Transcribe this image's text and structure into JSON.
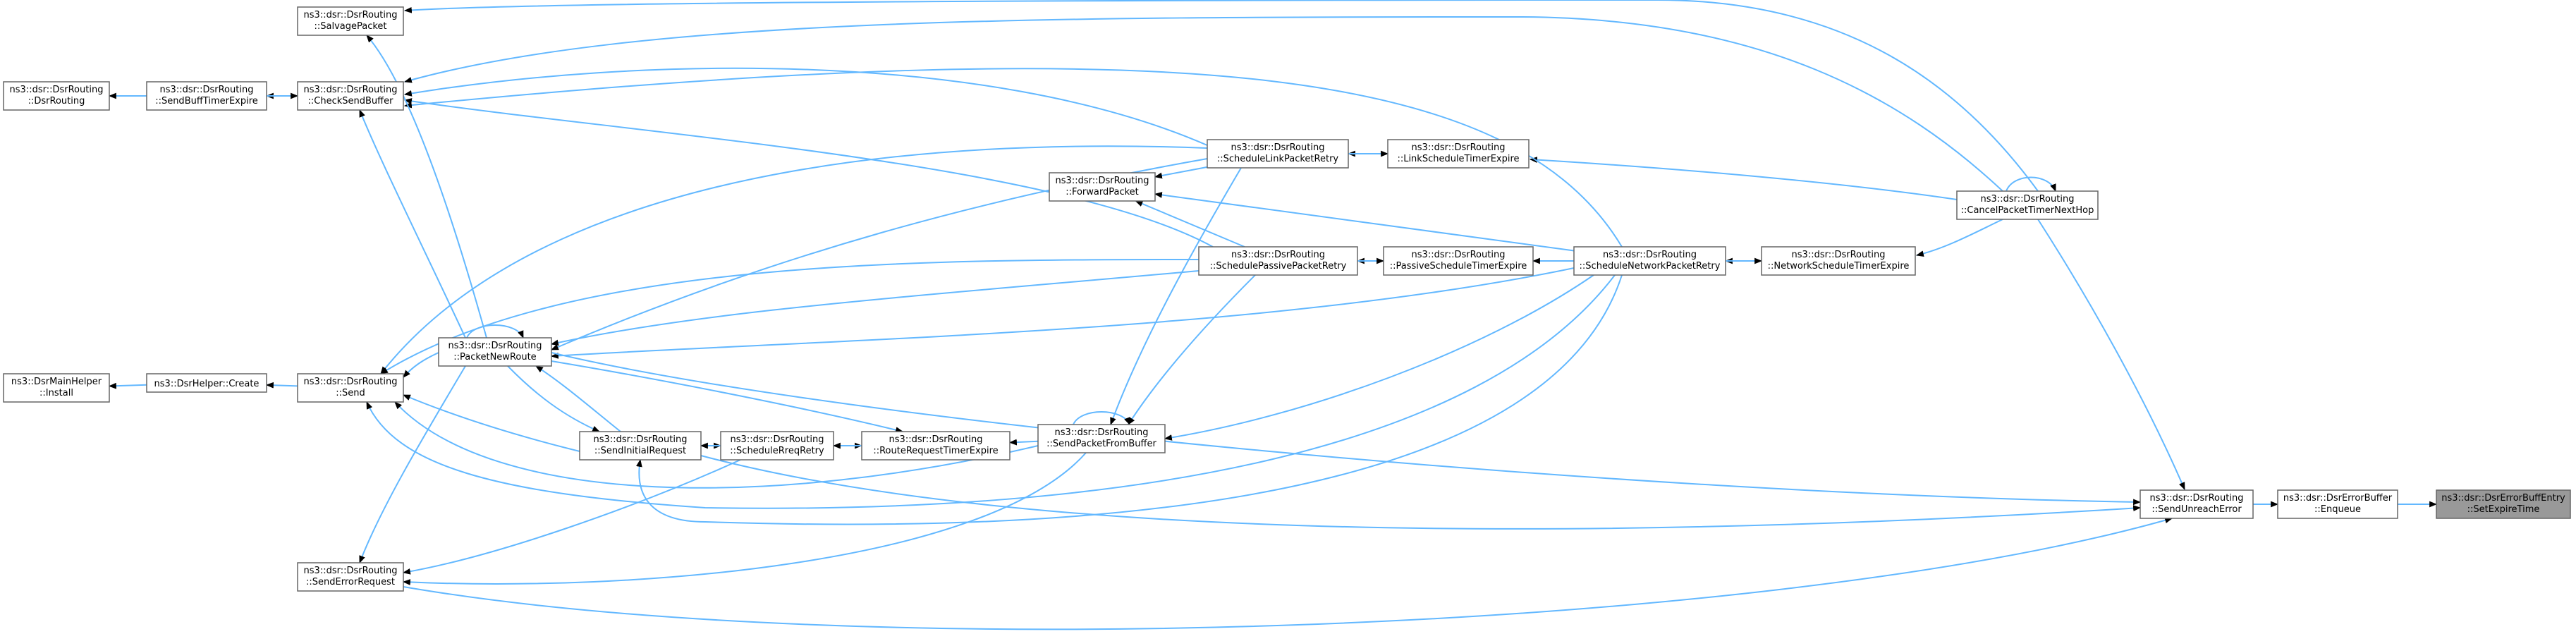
{
  "diagram": {
    "nodes": [
      {
        "id": "target",
        "lines": [
          "ns3::dsr::DsrErrorBuffEntry",
          "::SetExpireTime"
        ],
        "highlight": true
      },
      {
        "id": "enqueue",
        "lines": [
          "ns3::dsr::DsrErrorBuffer",
          "::Enqueue"
        ]
      },
      {
        "id": "sendUnreach",
        "lines": [
          "ns3::dsr::DsrRouting",
          "::SendUnreachError"
        ]
      },
      {
        "id": "cancelTimer",
        "lines": [
          "ns3::dsr::DsrRouting",
          "::CancelPacketTimerNextHop"
        ]
      },
      {
        "id": "salvage",
        "lines": [
          "ns3::dsr::DsrRouting",
          "::SalvagePacket"
        ]
      },
      {
        "id": "dsrRouting",
        "lines": [
          "ns3::dsr::DsrRouting",
          "::DsrRouting"
        ]
      },
      {
        "id": "sendBuffTimer",
        "lines": [
          "ns3::dsr::DsrRouting",
          "::SendBuffTimerExpire"
        ]
      },
      {
        "id": "checkSendBuffer",
        "lines": [
          "ns3::dsr::DsrRouting",
          "::CheckSendBuffer"
        ]
      },
      {
        "id": "schedLink",
        "lines": [
          "ns3::dsr::DsrRouting",
          "::ScheduleLinkPacketRetry"
        ]
      },
      {
        "id": "linkSchedTimer",
        "lines": [
          "ns3::dsr::DsrRouting",
          "::LinkScheduleTimerExpire"
        ]
      },
      {
        "id": "forwardPacket",
        "lines": [
          "ns3::dsr::DsrRouting",
          "::ForwardPacket"
        ]
      },
      {
        "id": "schedPassive",
        "lines": [
          "ns3::dsr::DsrRouting",
          "::SchedulePassivePacketRetry"
        ]
      },
      {
        "id": "passiveSchedTimer",
        "lines": [
          "ns3::dsr::DsrRouting",
          "::PassiveScheduleTimerExpire"
        ]
      },
      {
        "id": "schedNetwork",
        "lines": [
          "ns3::dsr::DsrRouting",
          "::ScheduleNetworkPacketRetry"
        ]
      },
      {
        "id": "networkSchedTimer",
        "lines": [
          "ns3::dsr::DsrRouting",
          "::NetworkScheduleTimerExpire"
        ]
      },
      {
        "id": "packetNewRoute",
        "lines": [
          "ns3::dsr::DsrRouting",
          "::PacketNewRoute"
        ]
      },
      {
        "id": "mainHelperInstall",
        "lines": [
          "ns3::DsrMainHelper",
          "::Install"
        ]
      },
      {
        "id": "helperCreate",
        "lines": [
          "ns3::DsrHelper::Create"
        ]
      },
      {
        "id": "send",
        "lines": [
          "ns3::dsr::DsrRouting",
          "::Send"
        ]
      },
      {
        "id": "sendInitial",
        "lines": [
          "ns3::dsr::DsrRouting",
          "::SendInitialRequest"
        ]
      },
      {
        "id": "schedReqRetry",
        "lines": [
          "ns3::dsr::DsrRouting",
          "::ScheduleRreqRetry"
        ]
      },
      {
        "id": "routeReqTimer",
        "lines": [
          "ns3::dsr::DsrRouting",
          "::RouteRequestTimerExpire"
        ]
      },
      {
        "id": "sendFromBuffer",
        "lines": [
          "ns3::dsr::DsrRouting",
          "::SendPacketFromBuffer"
        ]
      },
      {
        "id": "sendErrorReq",
        "lines": [
          "ns3::dsr::DsrRouting",
          "::SendErrorRequest"
        ]
      }
    ],
    "edges": [
      [
        "enqueue",
        "target"
      ],
      [
        "sendUnreach",
        "enqueue"
      ],
      [
        "cancelTimer",
        "sendUnreach"
      ],
      [
        "cancelTimer",
        "cancelTimer"
      ],
      [
        "cancelTimer",
        "salvage"
      ],
      [
        "cancelTimer",
        "linkSchedTimer"
      ],
      [
        "cancelTimer",
        "networkSchedTimer"
      ],
      [
        "cancelTimer",
        "checkSendBuffer"
      ],
      [
        "sendBuffTimer",
        "dsrRouting"
      ],
      [
        "checkSendBuffer",
        "sendBuffTimer"
      ],
      [
        "sendBuffTimer",
        "checkSendBuffer"
      ],
      [
        "schedLink",
        "checkSendBuffer"
      ],
      [
        "linkSchedTimer",
        "schedLink"
      ],
      [
        "schedLink",
        "linkSchedTimer"
      ],
      [
        "schedLink",
        "forwardPacket"
      ],
      [
        "schedLink",
        "send"
      ],
      [
        "schedLink",
        "packetNewRoute"
      ],
      [
        "schedLink",
        "sendFromBuffer"
      ],
      [
        "schedPassive",
        "checkSendBuffer"
      ],
      [
        "schedPassive",
        "forwardPacket"
      ],
      [
        "schedPassive",
        "send"
      ],
      [
        "schedPassive",
        "packetNewRoute"
      ],
      [
        "schedPassive",
        "sendFromBuffer"
      ],
      [
        "passiveSchedTimer",
        "schedPassive"
      ],
      [
        "schedPassive",
        "passiveSchedTimer"
      ],
      [
        "schedNetwork",
        "passiveSchedTimer"
      ],
      [
        "networkSchedTimer",
        "schedNetwork"
      ],
      [
        "schedNetwork",
        "networkSchedTimer"
      ],
      [
        "schedNetwork",
        "forwardPacket"
      ],
      [
        "schedNetwork",
        "checkSendBuffer"
      ],
      [
        "schedNetwork",
        "packetNewRoute"
      ],
      [
        "schedNetwork",
        "sendFromBuffer"
      ],
      [
        "schedNetwork",
        "sendInitial"
      ],
      [
        "schedNetwork",
        "send"
      ],
      [
        "packetNewRoute",
        "packetNewRoute"
      ],
      [
        "packetNewRoute",
        "salvage"
      ],
      [
        "packetNewRoute",
        "checkSendBuffer"
      ],
      [
        "packetNewRoute",
        "send"
      ],
      [
        "packetNewRoute",
        "sendInitial"
      ],
      [
        "packetNewRoute",
        "sendErrorReq"
      ],
      [
        "packetNewRoute",
        "routeReqTimer"
      ],
      [
        "packetNewRoute",
        "sendUnreach"
      ],
      [
        "helperCreate",
        "mainHelperInstall"
      ],
      [
        "send",
        "helperCreate"
      ],
      [
        "sendInitial",
        "packetNewRoute"
      ],
      [
        "sendInitial",
        "send"
      ],
      [
        "sendInitial",
        "schedReqRetry"
      ],
      [
        "sendInitial",
        "sendUnreach"
      ],
      [
        "schedReqRetry",
        "sendInitial"
      ],
      [
        "schedReqRetry",
        "routeReqTimer"
      ],
      [
        "routeReqTimer",
        "schedReqRetry"
      ],
      [
        "schedReqRetry",
        "sendErrorReq"
      ],
      [
        "sendFromBuffer",
        "routeReqTimer"
      ],
      [
        "sendFromBuffer",
        "sendFromBuffer"
      ],
      [
        "sendFromBuffer",
        "send"
      ],
      [
        "sendFromBuffer",
        "sendErrorReq"
      ],
      [
        "sendErrorReq",
        "sendUnreach"
      ]
    ]
  }
}
